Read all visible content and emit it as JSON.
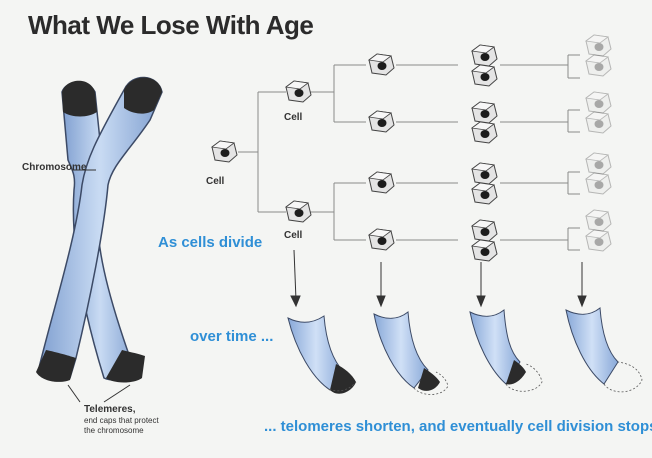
{
  "title": "What We Lose With Age",
  "labels": {
    "chromosome": "Chromosome",
    "telomeres": "Telemeres,",
    "telomeres_desc_1": "end caps that protect",
    "telomeres_desc_2": "the chromosome",
    "cell_root": "Cell",
    "cell_top": "Cell",
    "cell_bottom": "Cell",
    "as_cells_divide": "As cells divide",
    "over_time": "over time ...",
    "conclusion": "... telomeres shorten, and eventually cell division stops."
  },
  "colors": {
    "chromatid_blue": "#a9c4e8",
    "telomere_cap": "#2b2b2b",
    "accent_blue": "#2f8fd6",
    "cell_gray": "#d8d8d8"
  },
  "icons": [
    "cell-icon",
    "arrow-down-icon",
    "chromosome-illustration",
    "telomere-segment-icon"
  ]
}
